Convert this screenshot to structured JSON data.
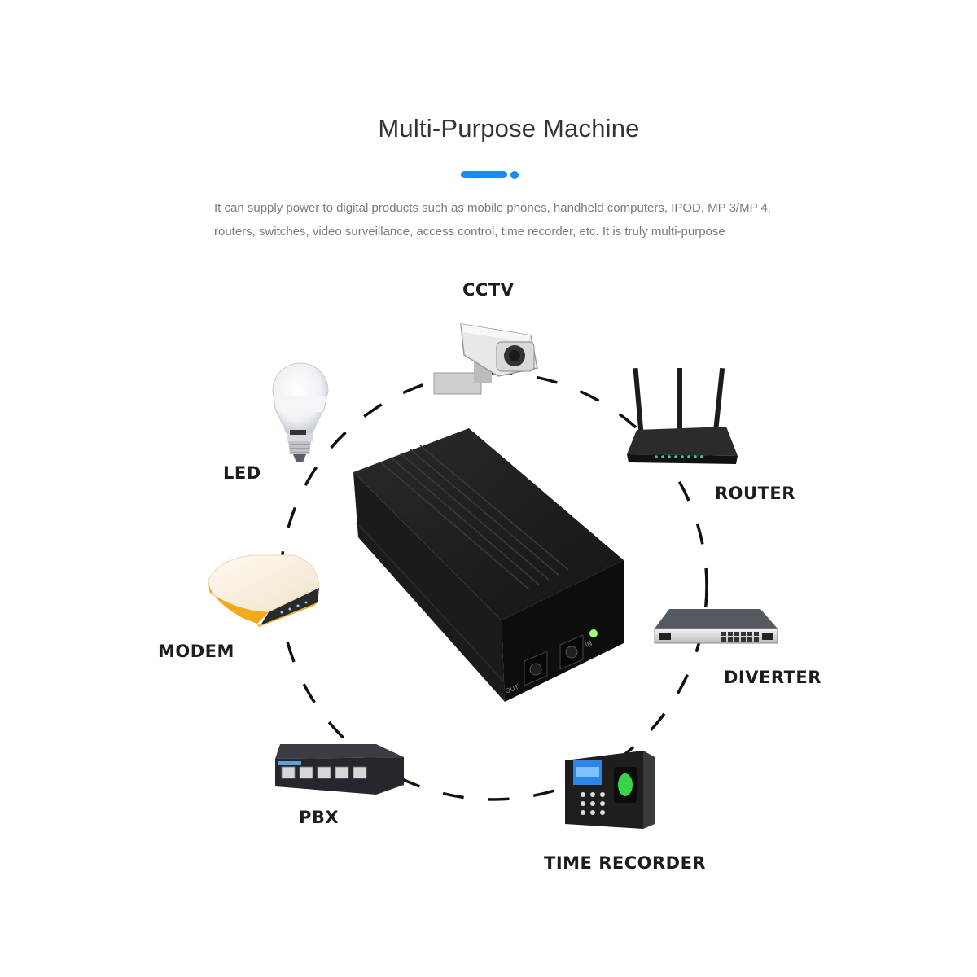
{
  "header": {
    "title": "Multi-Purpose Machine",
    "description_line1": "It can supply power to digital products such as mobile phones, handheld computers, IPOD, MP 3/MP 4,",
    "description_line2": "routers, switches, video surveillance, access control, time recorder, etc. It is truly multi-purpose",
    "accent_color": "#1a8cf0"
  },
  "devices": {
    "cctv": "CCTV",
    "led": "LED",
    "router": "ROUTER",
    "modem": "MODEM",
    "diverter": "DIVERTER",
    "pbx": "PBX",
    "time_recorder": "TIME RECORDER"
  },
  "product": {
    "port_out": "OUT",
    "port_in": "IN"
  },
  "icons": [
    "cctv-camera-icon",
    "led-bulb-icon",
    "router-icon",
    "modem-icon",
    "diverter-switch-icon",
    "pbx-switch-icon",
    "time-recorder-icon",
    "ups-box-icon"
  ]
}
